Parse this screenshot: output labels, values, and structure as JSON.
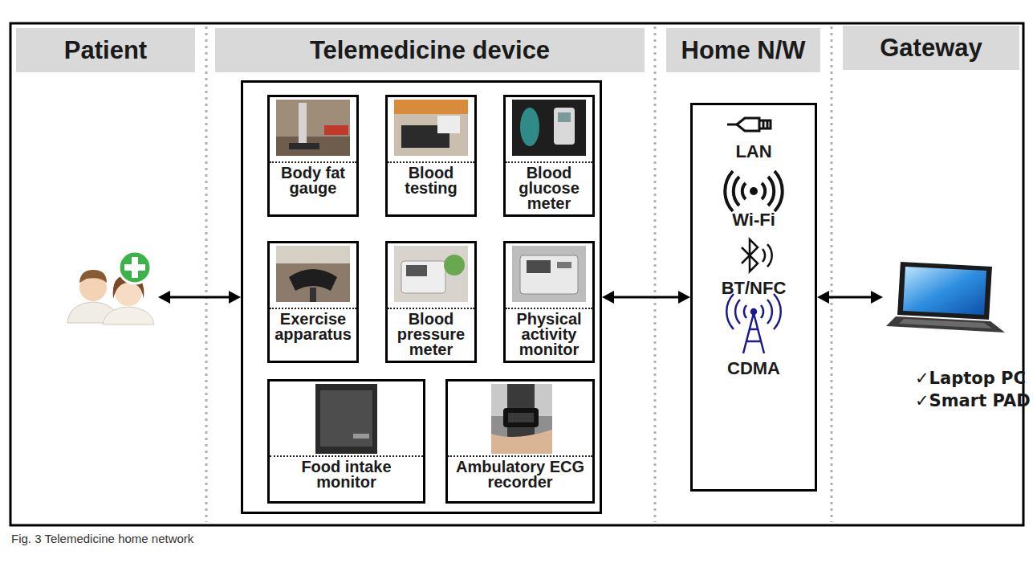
{
  "diagram": {
    "caption": "Fig. 3 Telemedicine home network",
    "nodes": [
      {
        "text": [
          "Patient"
        ]
      },
      {
        "text": [
          "Telemedicine device"
        ]
      },
      {
        "text": [
          "Body fat gauge"
        ],
        "in": 1
      },
      {
        "text": [
          "Blood testing"
        ],
        "in": 1
      },
      {
        "text": [
          "Blood glucose meter"
        ],
        "in": 1
      },
      {
        "text": [
          "Exercise apparatus"
        ],
        "in": 1
      },
      {
        "text": [
          "Blood pressure meter"
        ],
        "in": 1
      },
      {
        "text": [
          "Physical activity monitor"
        ],
        "in": 1
      },
      {
        "text": [
          "Food intake monitor"
        ],
        "in": 1
      },
      {
        "text": [
          "Ambulatory ECG recorder"
        ],
        "in": 1
      },
      {
        "text": [
          "Home N/W",
          "LAN",
          "Wi-Fi",
          "BT/NFC",
          "CDMA"
        ]
      },
      {
        "text": [
          "Gateway",
          "✓Laptop PC",
          "✓Smart PAD"
        ]
      }
    ],
    "edges": [
      {
        "from": 0,
        "to": 1,
        "arrow": "both"
      },
      {
        "from": 1,
        "to": 10,
        "arrow": "both"
      },
      {
        "from": 10,
        "to": 11,
        "arrow": "both"
      }
    ]
  }
}
